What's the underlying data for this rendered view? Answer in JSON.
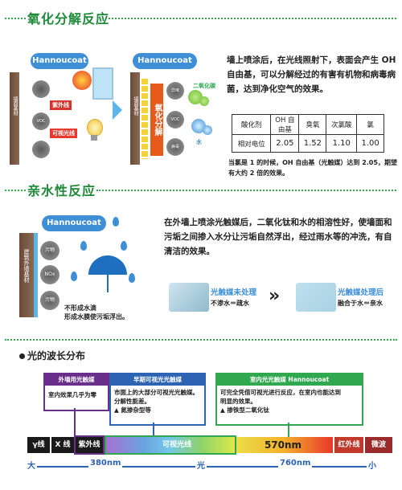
{
  "section1": {
    "title": "氧化分解反应",
    "left_illustration": {
      "bubble": "Hannoucoat",
      "wall_label": "墙面基材",
      "bursts": [
        "",
        "VOC",
        ""
      ],
      "labels": {
        "uv": "紫外线",
        "visible": "可视光线"
      }
    },
    "right_illustration": {
      "bubble": "Hannoucoat",
      "wall_label": "墙面基材",
      "center_text": "氧化分解",
      "inputs": [
        "异味",
        "VOC",
        "病毒"
      ],
      "outputs": {
        "co2": "二氧化碳",
        "water": "水"
      }
    },
    "paragraph": "墙上喷涂后，在光线照射下，表面会产生 OH 自由基，可以分解经过的有害有机物和病毒病菌，达到净化空气的效果。",
    "table": {
      "headers": [
        "酸化剂",
        "OH 自由基",
        "臭氧",
        "次氯酸",
        "氯"
      ],
      "row_label": "相对电位",
      "values": [
        "2.05",
        "1.52",
        "1.10",
        "1.00"
      ]
    },
    "note": "当氯是 1 的时候，OH 自由基（光触媒）达到 2.05，期望有大约 2 倍的效果。"
  },
  "section2": {
    "title": "亲水性反应",
    "bubble": "Hannoucoat",
    "wall_label": "建筑外墙基材",
    "bursts": [
      "污物",
      "NOx",
      "污物"
    ],
    "caption": [
      "不形成水滴",
      "形成水膜使污垢浮出。"
    ],
    "paragraph": "在外墙上喷涂光触媒后，二氧化钛和水的相溶性好，使墙面和污垢之间掺入水分让污垢自然浮出，经过雨水等的冲洗，有自清洁的效果。",
    "before": {
      "title": "光触媒未处理",
      "desc": "不渗水＝疏水"
    },
    "after": {
      "title": "光触媒处理后",
      "desc": "融合于水＝亲水"
    },
    "arrow": "»"
  },
  "section3": {
    "title": "光的波长分布",
    "boxes": [
      {
        "head": "外墙用光触媒",
        "lines": [
          "室内效果几乎为零"
        ],
        "color": "#6a2f8a"
      },
      {
        "head": "早期可视光光触媒",
        "lines": [
          "市面上的大部分可视光光触媒。",
          "分解性能差。",
          "▲ 氮掺杂型等"
        ],
        "color": "#2d63b3"
      },
      {
        "head": "室内光光触媒 Hannoucoat",
        "lines": [
          "可完全凭借可视光进行反应，在室内也能达到",
          "明显的效果。",
          "▲ 掺铁型二氧化钛"
        ],
        "color": "#2fa84f"
      }
    ],
    "bands": [
      "γ线",
      "X 线",
      "紫外线",
      "可视光线",
      "570nm",
      "红外线",
      "微波"
    ],
    "axis": {
      "left": "大",
      "mark1": "380nm",
      "center": "光",
      "mark2": "760nm",
      "right": "小"
    }
  },
  "colors": {
    "green": "#2fa84f",
    "blue": "#3f8fd6",
    "purple": "#6a2f8a",
    "dark_blue": "#2d63b3"
  }
}
